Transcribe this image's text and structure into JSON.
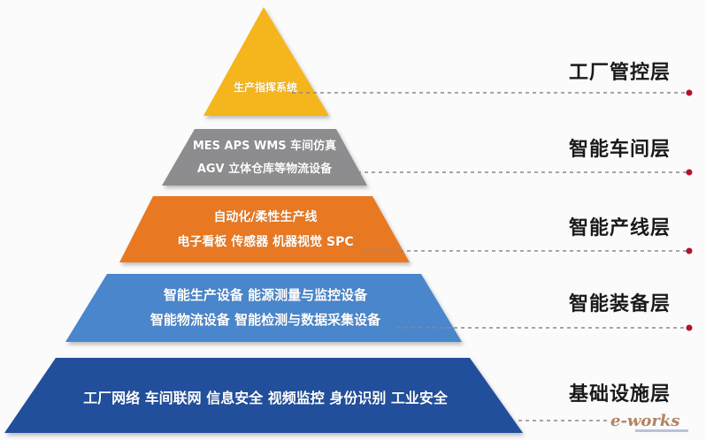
{
  "diagram": {
    "type": "pyramid",
    "colors": {
      "level1": "#f5b51b",
      "level2": "#8d8d8f",
      "level3": "#e87924",
      "level4": "#4a86cc",
      "level5": "#234f9c",
      "dash_line": "#8a8a8a",
      "dot": "#b3122a",
      "label_text": "#1a1a1a"
    },
    "levels": [
      {
        "label": "工厂管控层",
        "lines": [
          "生产指挥系统"
        ]
      },
      {
        "label": "智能车间层",
        "lines": [
          "MES APS WMS 车间仿真",
          "AGV  立体仓库等物流设备"
        ]
      },
      {
        "label": "智能产线层",
        "lines": [
          "自动化/柔性生产线",
          "电子看板 传感器 机器视觉 SPC"
        ]
      },
      {
        "label": "智能装备层",
        "lines": [
          "智能生产设备 能源测量与监控设备",
          "智能物流设备 智能检测与数据采集设备"
        ]
      },
      {
        "label": "基础设施层",
        "lines": [
          "工厂网络 车间联网 信息安全 视频监控 身份识别 工业安全"
        ]
      }
    ]
  },
  "watermark": {
    "text": "e-works"
  }
}
